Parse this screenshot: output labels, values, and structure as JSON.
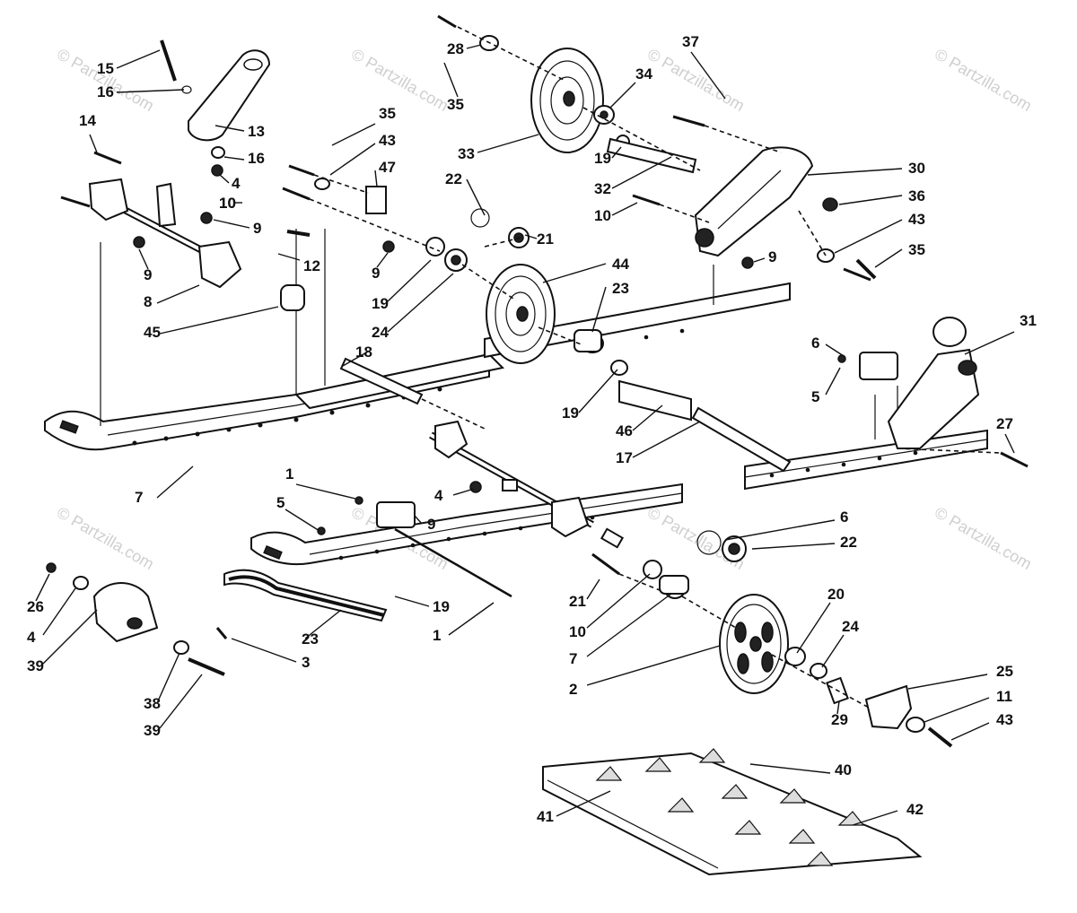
{
  "watermark": "© Partzilla.com",
  "colors": {
    "ink": "#111111",
    "watermark": "#cfcfcf",
    "background": "#ffffff"
  },
  "callouts": [
    "15",
    "16",
    "14",
    "13",
    "16",
    "4",
    "10",
    "9",
    "9",
    "8",
    "12",
    "45",
    "35",
    "43",
    "47",
    "10",
    "9",
    "19",
    "24",
    "28",
    "35",
    "33",
    "34",
    "37",
    "19",
    "32",
    "22",
    "21",
    "30",
    "36",
    "10",
    "43",
    "9",
    "35",
    "44",
    "23",
    "18",
    "6",
    "31",
    "5",
    "19",
    "46",
    "17",
    "27",
    "7",
    "1",
    "5",
    "4",
    "9",
    "6",
    "22",
    "21",
    "10",
    "19",
    "1",
    "7",
    "23",
    "3",
    "2",
    "20",
    "24",
    "25",
    "11",
    "43",
    "29",
    "26",
    "4",
    "39",
    "38",
    "39",
    "40",
    "41",
    "42",
    "42"
  ]
}
